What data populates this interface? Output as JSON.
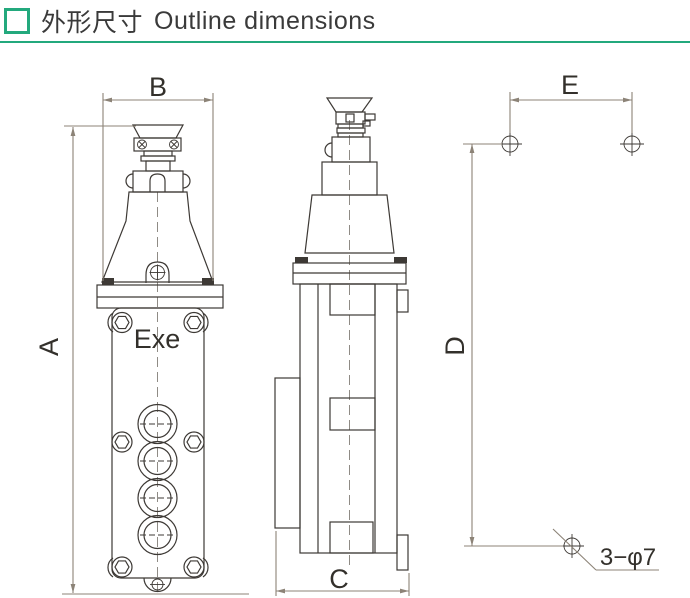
{
  "header": {
    "section_title_cn": "外形尺寸",
    "section_title_en": "Outline dimensions",
    "accent_color": "#23a97d"
  },
  "drawing": {
    "marking_label": "Exe",
    "dimension_labels": {
      "a": "A",
      "b": "B",
      "c": "C",
      "d": "D",
      "e": "E"
    },
    "hole_callout": "3−φ7",
    "colors": {
      "object_line": "#3d3935",
      "dimension_line": "#8c8377",
      "centerline": "#8f8b85",
      "label_text": "#33302b"
    }
  }
}
